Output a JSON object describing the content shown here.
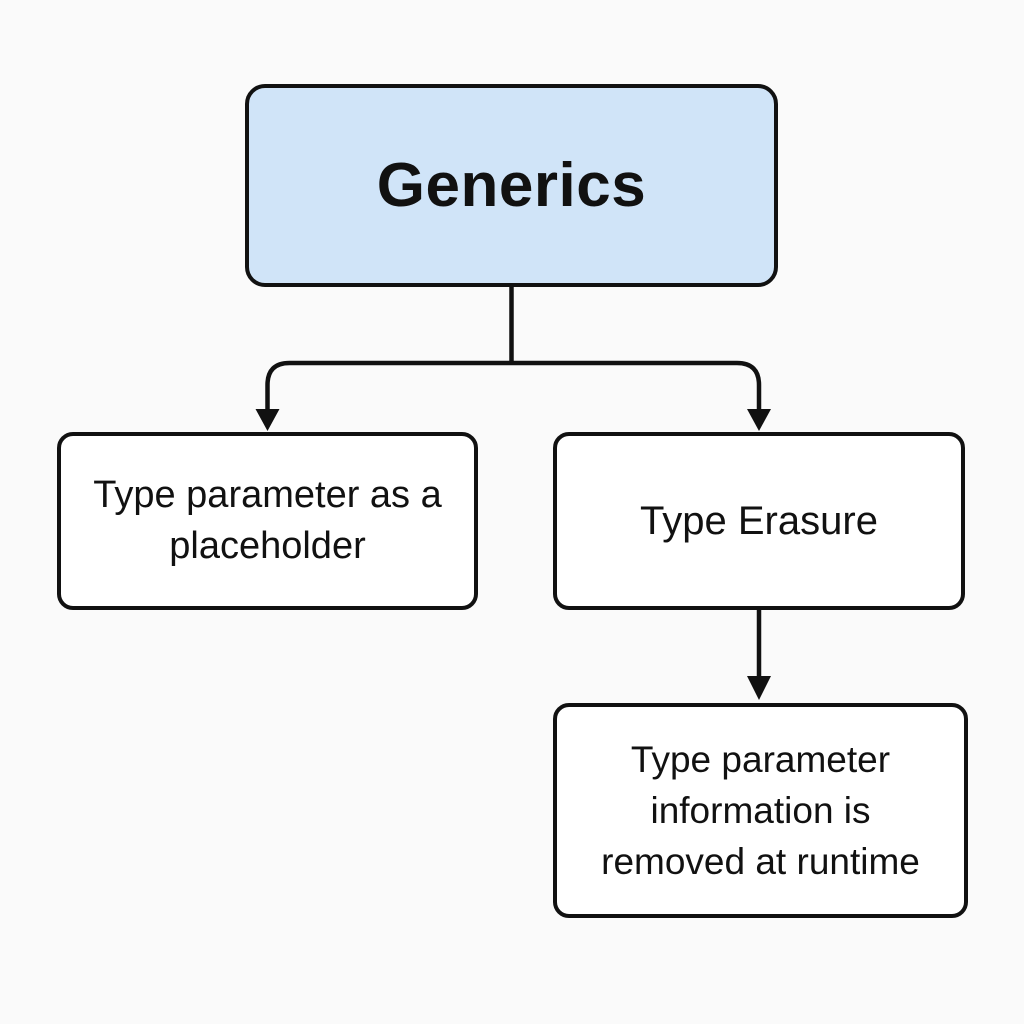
{
  "diagram": {
    "background": "#fafafa",
    "stroke_color": "#111111",
    "nodes": [
      {
        "id": "generics",
        "label": "Generics",
        "fill": "#d0e4f8",
        "role": "root"
      },
      {
        "id": "type-parameter-placeholder",
        "label": "Type parameter as a placeholder",
        "fill": "#ffffff",
        "role": "child"
      },
      {
        "id": "type-erasure",
        "label": "Type Erasure",
        "fill": "#ffffff",
        "role": "child"
      },
      {
        "id": "type-erasure-runtime",
        "label": "Type parameter information is removed at runtime",
        "fill": "#ffffff",
        "role": "child"
      }
    ],
    "edges": [
      {
        "from": "generics",
        "to": "type-parameter-placeholder"
      },
      {
        "from": "generics",
        "to": "type-erasure"
      },
      {
        "from": "type-erasure",
        "to": "type-erasure-runtime"
      }
    ]
  }
}
